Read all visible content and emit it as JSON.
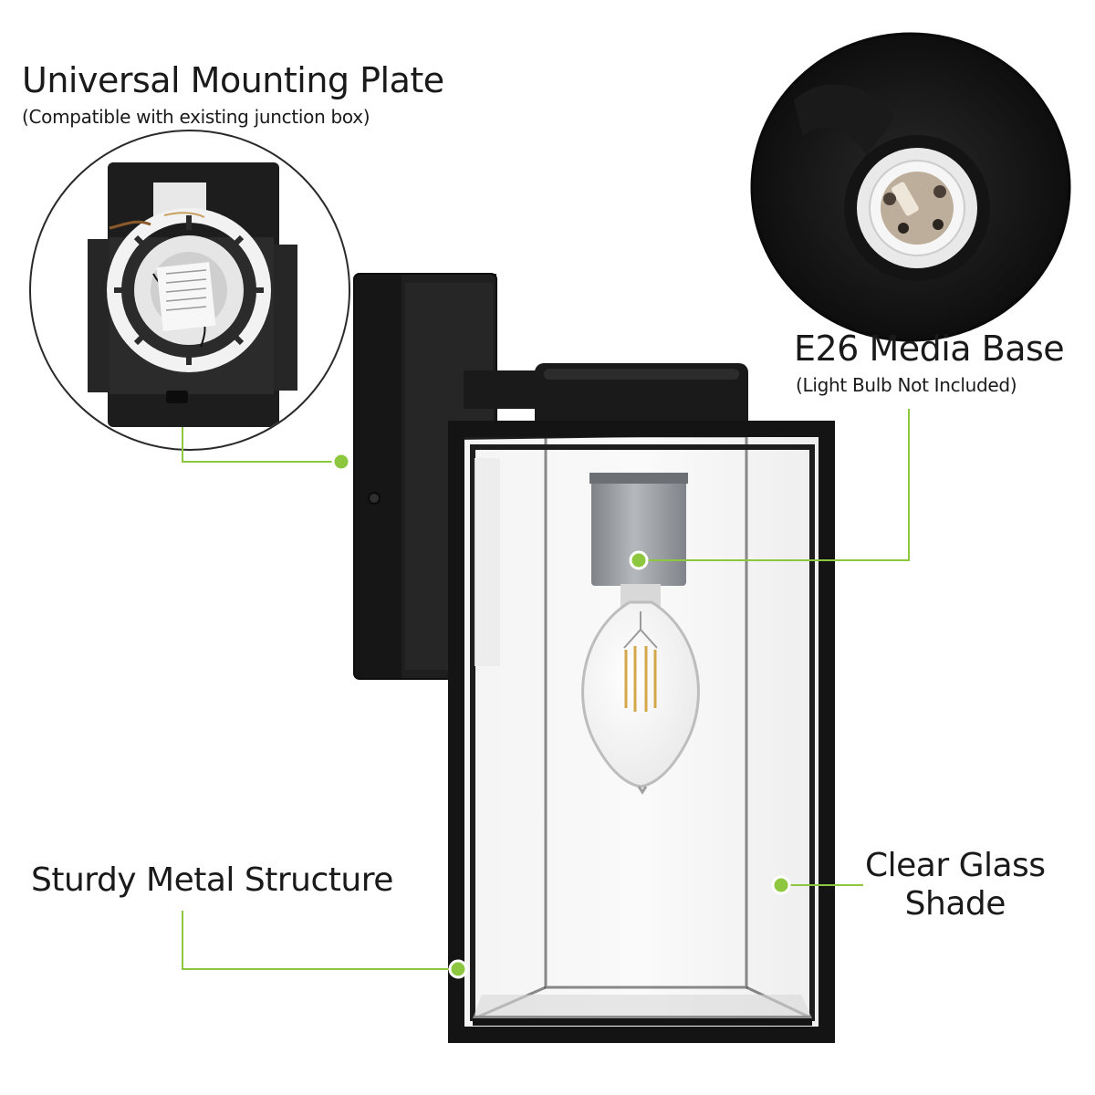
{
  "labels": {
    "mounting_title": "Universal Mounting Plate",
    "mounting_sub": "(Compatible with existing junction box)",
    "base_title": "E26 Media Base",
    "base_sub": "(Light Bulb Not Included)",
    "metal_title": "Sturdy Metal Structure",
    "glass_line1": "Clear Glass",
    "glass_line2": "Shade"
  },
  "colors": {
    "accent": "#8dc63f",
    "fixture": "#1b1b1b",
    "socket": "#9a9ea3"
  }
}
